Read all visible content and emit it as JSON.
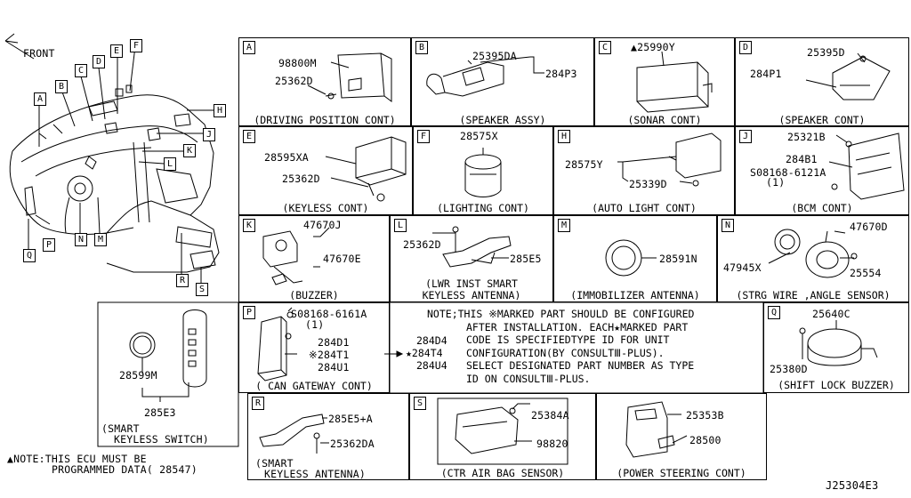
{
  "front_label": "FRONT",
  "diagram_id": "J25304E3",
  "ecu_note": {
    "line1": "▲NOTE:THIS ECU MUST BE",
    "line2": "PROGRAMMED DATA( 28547)"
  },
  "overview_letters": [
    "A",
    "B",
    "C",
    "D",
    "E",
    "F",
    "H",
    "J",
    "K",
    "L",
    "N",
    "M",
    "P",
    "Q",
    "R",
    "S"
  ],
  "panels": {
    "A": {
      "letter": "A",
      "caption": "(DRIVING POSITION CONT)",
      "parts": [
        "98800M",
        "25362D"
      ]
    },
    "B": {
      "letter": "B",
      "caption": "(SPEAKER ASSY)",
      "parts": [
        "25395DA",
        "284P3"
      ]
    },
    "C": {
      "letter": "C",
      "caption": "(SONAR CONT)",
      "parts": [
        "▲25990Y"
      ]
    },
    "D": {
      "letter": "D",
      "caption": "(SPEAKER CONT)",
      "parts": [
        "25395D",
        "284P1"
      ]
    },
    "E": {
      "letter": "E",
      "caption": "(KEYLESS CONT)",
      "parts": [
        "28595XA",
        "25362D"
      ]
    },
    "F": {
      "letter": "F",
      "caption": "(LIGHTING CONT)",
      "parts": [
        "28575X"
      ]
    },
    "H": {
      "letter": "H",
      "caption": "(AUTO LIGHT CONT)",
      "parts": [
        "28575Y",
        "25339D"
      ]
    },
    "J": {
      "letter": "J",
      "caption": "(BCM CONT)",
      "parts": [
        "25321B",
        "284B1",
        "S08168-6121A",
        "(1)"
      ]
    },
    "K": {
      "letter": "K",
      "caption": "(BUZZER)",
      "parts": [
        "47670J",
        "47670E"
      ]
    },
    "L": {
      "letter": "L",
      "caption": "(LWR INST SMART",
      "caption2": "KEYLESS ANTENNA)",
      "parts": [
        "25362D",
        "285E5"
      ]
    },
    "M": {
      "letter": "M",
      "caption": "(IMMOBILIZER ANTENNA)",
      "parts": [
        "28591N"
      ]
    },
    "N": {
      "letter": "N",
      "caption": "(STRG WIRE ,ANGLE SENSOR)",
      "parts": [
        "47670D",
        "47945X",
        "25554"
      ]
    },
    "P": {
      "letter": "P",
      "caption": "( CAN GATEWAY CONT)",
      "parts": [
        "S08168-6161A",
        "(1)",
        "284D1",
        "※284T1",
        "284U1"
      ]
    },
    "Q": {
      "letter": "Q",
      "caption": "(SHIFT LOCK BUZZER)",
      "parts": [
        "25640C",
        "25380D"
      ]
    },
    "R": {
      "letter": "R",
      "caption": "(SMART",
      "caption2": "KEYLESS ANTENNA)",
      "parts": [
        "285E5+A",
        "25362DA"
      ]
    },
    "S": {
      "letter": "S",
      "caption": "(CTR AIR BAG SENSOR)",
      "parts": [
        "25384A",
        "98820"
      ]
    },
    "T": {
      "letter": "",
      "caption": "(POWER STEERING CONT)",
      "parts": [
        "25353B",
        "28500"
      ]
    }
  },
  "smart_switch": {
    "caption1": "(SMART",
    "caption2": "KEYLESS SWITCH)",
    "parts": [
      "28599M",
      "285E3"
    ]
  },
  "note_box": {
    "lines": [
      "NOTE;THIS ※MARKED PART SHOULD BE CONFIGURED",
      "AFTER INSTALLATION. EACH★MARKED PART",
      "CODE IS SPECIFIEDTYPE ID FOR UNIT",
      "CONFIGURATION(BY CONSULTⅢ-PLUS).",
      "SELECT DESIGNATED PART NUMBER AS TYPE",
      "ID ON CONSULTⅢ-PLUS."
    ],
    "codes": [
      "284D4",
      "★284T4",
      "284U4"
    ]
  }
}
